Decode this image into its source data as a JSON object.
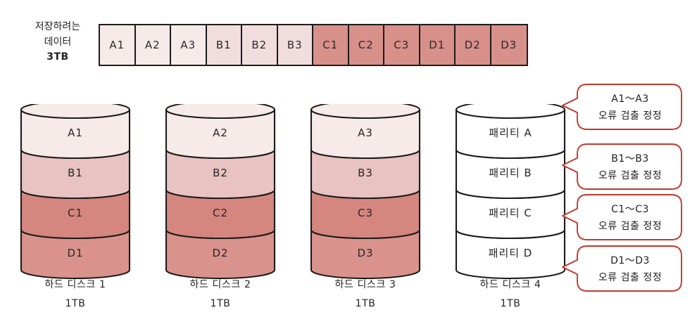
{
  "source": {
    "line1": "저장하려는",
    "line2": "데이터",
    "line3": "3TB",
    "blocks": [
      {
        "label": "A1",
        "color": "#f7ebea"
      },
      {
        "label": "A2",
        "color": "#f7ebea"
      },
      {
        "label": "A3",
        "color": "#f7ebea"
      },
      {
        "label": "B1",
        "color": "#f2ddde"
      },
      {
        "label": "B2",
        "color": "#f2ddde"
      },
      {
        "label": "B3",
        "color": "#f2ddde"
      },
      {
        "label": "C1",
        "color": "#d8908a"
      },
      {
        "label": "C2",
        "color": "#d8908a"
      },
      {
        "label": "C3",
        "color": "#d8908a"
      },
      {
        "label": "D1",
        "color": "#d8908a"
      },
      {
        "label": "D2",
        "color": "#d8908a"
      },
      {
        "label": "D3",
        "color": "#d8908a"
      }
    ]
  },
  "disks": [
    {
      "caption": "하드 디스크 1",
      "capacity": "1TB",
      "segments": [
        {
          "label": "A1",
          "color": "#f7ebea"
        },
        {
          "label": "B1",
          "color": "#e8c3c1"
        },
        {
          "label": "C1",
          "color": "#d4867f"
        },
        {
          "label": "D1",
          "color": "#d9938c"
        }
      ]
    },
    {
      "caption": "하드 디스크 2",
      "capacity": "1TB",
      "segments": [
        {
          "label": "A2",
          "color": "#f7ebea"
        },
        {
          "label": "B2",
          "color": "#e8c3c1"
        },
        {
          "label": "C2",
          "color": "#d4867f"
        },
        {
          "label": "D2",
          "color": "#d9938c"
        }
      ]
    },
    {
      "caption": "하드 디스크 3",
      "capacity": "1TB",
      "segments": [
        {
          "label": "A3",
          "color": "#f7ebea"
        },
        {
          "label": "B3",
          "color": "#e8c3c1"
        },
        {
          "label": "C3",
          "color": "#d4867f"
        },
        {
          "label": "D3",
          "color": "#d9938c"
        }
      ]
    },
    {
      "caption": "하드 디스크 4",
      "capacity": "1TB",
      "segments": [
        {
          "label": "패리티 A",
          "color": "#ffffff"
        },
        {
          "label": "패리티 B",
          "color": "#ffffff"
        },
        {
          "label": "패리티 C",
          "color": "#ffffff"
        },
        {
          "label": "패리티 D",
          "color": "#ffffff"
        }
      ]
    }
  ],
  "callouts": [
    {
      "range": "A1～A3",
      "text": "오류 검출 정정"
    },
    {
      "range": "B1～B3",
      "text": "오류 검출 정정"
    },
    {
      "range": "C1～C3",
      "text": "오류 검출 정정"
    },
    {
      "range": "D1～D3",
      "text": "오류 검출 정정"
    }
  ],
  "colors": {
    "outline": "#1c1c1c",
    "callout_stroke": "#c0392f",
    "background": "#ffffff"
  }
}
